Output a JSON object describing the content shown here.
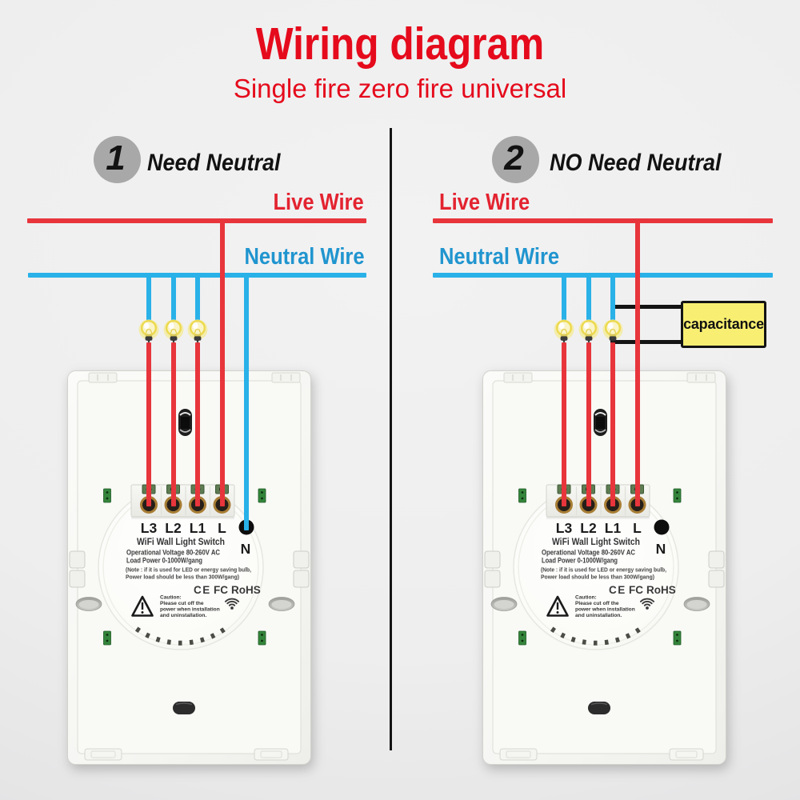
{
  "page": {
    "title": "Wiring diagram",
    "subtitle": "Single fire zero fire universal"
  },
  "colors": {
    "title_red": "#e50b1c",
    "live_wire_red": "#e8353c",
    "neutral_wire_blue": "#29b1e8",
    "black_wire": "#141414",
    "capacitor_yellow": "#f8ef72",
    "step_circle_gray": "#a8a8a8",
    "background_gray": "#eeeeee"
  },
  "panels": [
    {
      "number": "1",
      "heading": "Need Neutral",
      "live_label": "Live Wire",
      "neutral_label": "Neutral Wire"
    },
    {
      "number": "2",
      "heading": "NO Need Neutral",
      "live_label": "Live Wire",
      "neutral_label": "Neutral Wire",
      "capacitor_label": "capacitance"
    }
  ],
  "device": {
    "terminals": [
      "L3",
      "L2",
      "L1",
      "L"
    ],
    "neutral_terminal": "N",
    "name": "WiFi Wall Light Switch",
    "spec1": "Operational Voltage  80-260V AC",
    "spec2": "Load Power 0-1000W/gang",
    "note1": "(Note : if it is used for LED or energy saving bulb,",
    "note2": "Power load should be less than 300W/gang)",
    "certs": {
      "ce": "CE",
      "fcc": "FC",
      "rohs": "RoHS"
    },
    "caution": [
      "Caution:",
      "Please cut off the",
      "power when installation",
      "and uninstallation."
    ]
  }
}
